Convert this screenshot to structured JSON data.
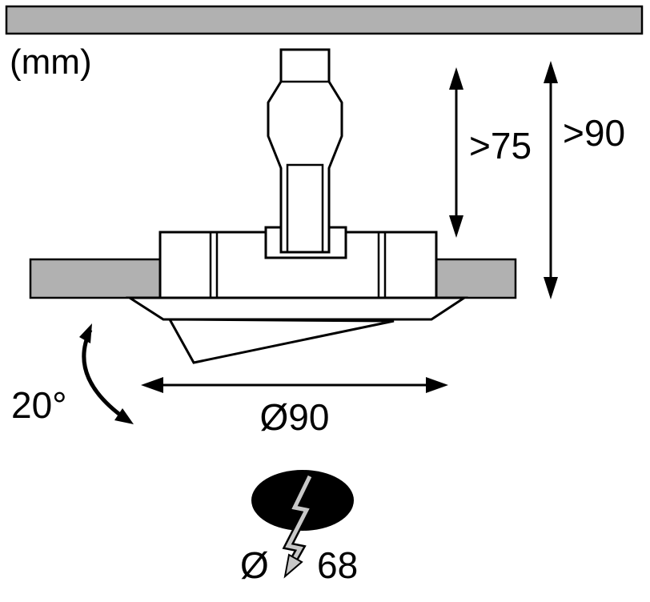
{
  "diagram": {
    "unit_label": "(mm)",
    "labels": {
      "recess_depth": "&gt;75",
      "install_height": "&gt;90",
      "tilt_angle": "20°",
      "outer_diameter": "Ø90",
      "cutout_prefix": "Ø",
      "cutout_diameter": "68"
    },
    "colors": {
      "ceiling_gray": "#b1b1b1",
      "hole_black": "#000000",
      "cut_arrow_gray": "#c8c8c8",
      "line_black": "#000000"
    }
  }
}
